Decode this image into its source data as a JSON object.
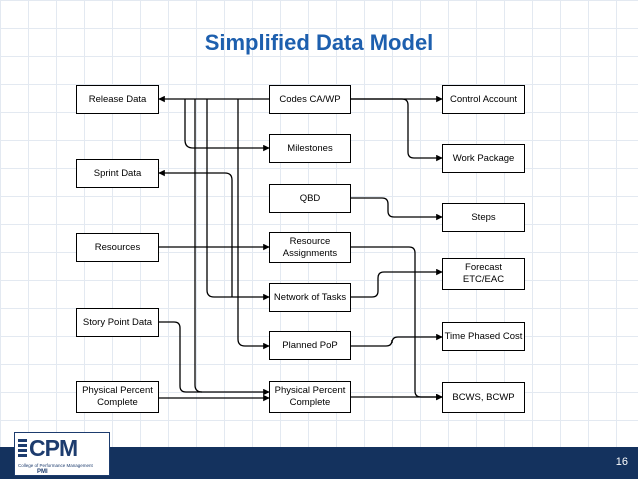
{
  "slide": {
    "title": "Simplified Data Model",
    "page_number": "16"
  },
  "diagram": {
    "left_boxes": {
      "release_data": "Release Data",
      "sprint_data": "Sprint Data",
      "resources": "Resources",
      "story_point_data": "Story Point Data",
      "physical_percent_complete": "Physical Percent Complete"
    },
    "middle_boxes": {
      "codes_ca_wp": "Codes CA/WP",
      "milestones": "Milestones",
      "qbd": "QBD",
      "resource_assignments": "Resource Assignments",
      "network_of_tasks": "Network of Tasks",
      "planned_pop": "Planned PoP",
      "physical_percent_complete": "Physical Percent Complete"
    },
    "right_boxes": {
      "control_account": "Control Account",
      "work_package": "Work Package",
      "steps": "Steps",
      "forecast_etc_eac": "Forecast ETC/EAC",
      "time_phased_cost": "Time Phased Cost",
      "bcws_bcwp": "BCWS, BCWP"
    }
  },
  "logo": {
    "wordmark": "CPM",
    "subtitle": "College of Performance Management",
    "mark": "PMI"
  },
  "colors": {
    "title": "#1d5fae",
    "footer": "#14325e",
    "grid": "#e3e9f1"
  }
}
